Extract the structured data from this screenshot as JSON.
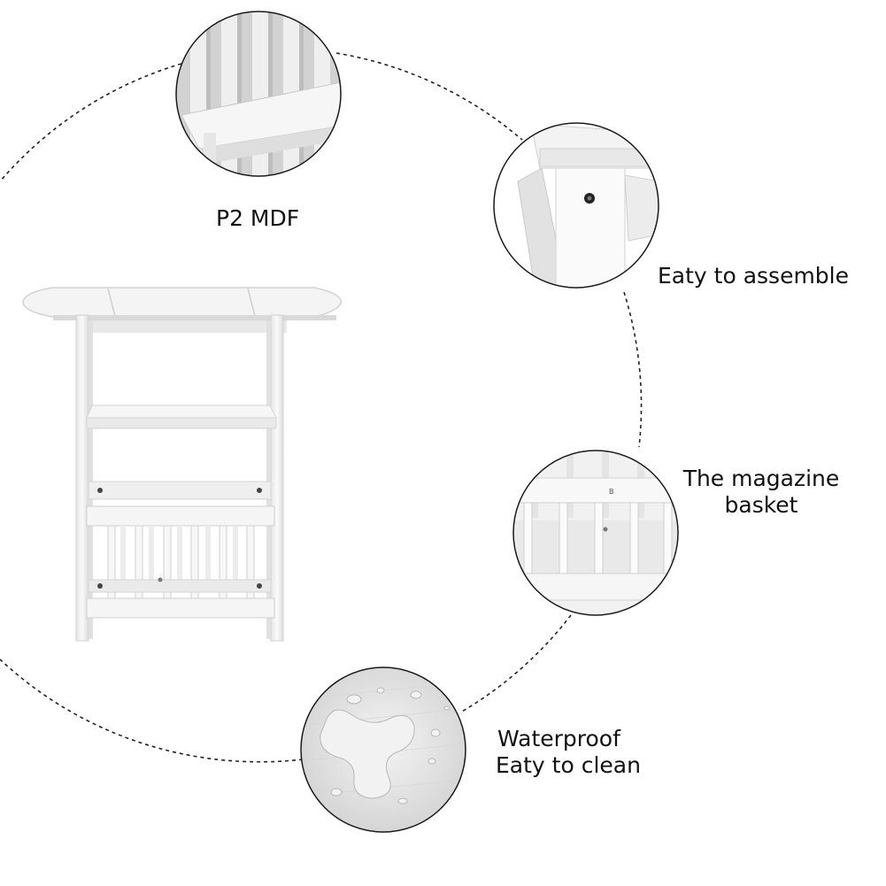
{
  "labels": {
    "material": "P2 MDF",
    "assembly": "Eaty to assemble",
    "basket_line1": "The magazine",
    "basket_line2": "basket",
    "clean_line1": "Waterproof",
    "clean_line2": "Eaty to clean"
  },
  "colors": {
    "background": "#ffffff",
    "furniture_white": "#f3f3f3",
    "furniture_shadow": "#c9c9c9",
    "dashed_line": "#222222",
    "text": "#111111"
  },
  "icons": {
    "mdf_detail": "shelf-corner-closeup",
    "assembly_detail": "screw-joint-closeup",
    "basket_detail": "magazine-basket-closeup",
    "waterproof_detail": "water-droplets-closeup"
  }
}
